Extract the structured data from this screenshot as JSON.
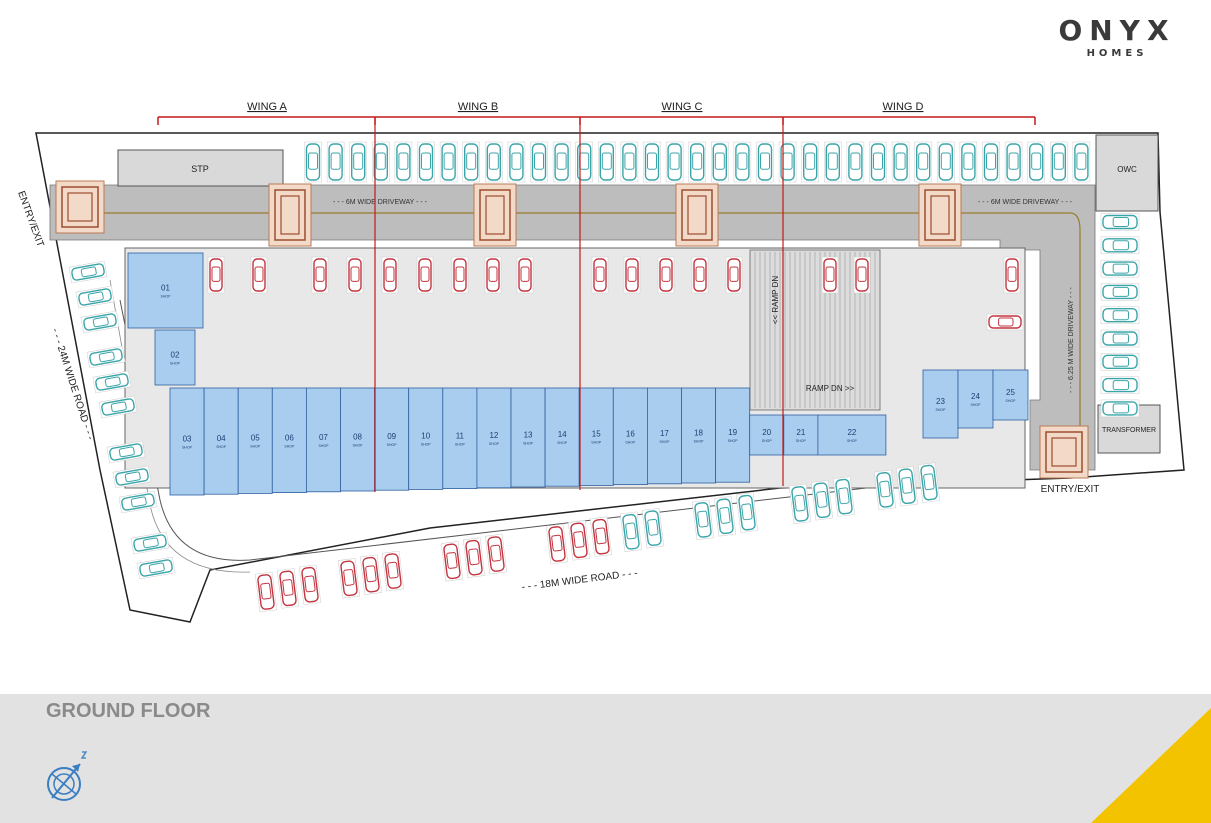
{
  "brand": {
    "name": "ONYX",
    "subtitle": "HOMES",
    "accent": "#f3c300"
  },
  "floor_title": "GROUND FLOOR",
  "wings": [
    "WING A",
    "WING B",
    "WING C",
    "WING D"
  ],
  "labels": {
    "stp": "STP",
    "owc": "OWC",
    "transformer": "TRANSFORMER",
    "driveway_left": "- - - 6M WIDE DRIVEWAY - - -",
    "driveway_right": "- - - 6M WIDE DRIVEWAY - - -",
    "driveway_side": "- - - 6.25 M WIDE DRIVEWAY - - -",
    "ramp_vertical": "<< RAMP DN",
    "ramp_horizontal": "RAMP DN >>",
    "entry_left": "ENTRY/EXIT",
    "entry_right": "ENTRY/EXIT",
    "road_left": "- - - 24M WIDE ROAD - - -",
    "road_bottom": "- - - 18M WIDE ROAD - - -"
  },
  "shops": [
    "01",
    "02",
    "03",
    "04",
    "05",
    "06",
    "07",
    "08",
    "09",
    "10",
    "11",
    "12",
    "13",
    "14",
    "15",
    "16",
    "17",
    "18",
    "19",
    "20",
    "21",
    "22",
    "23",
    "24",
    "25"
  ],
  "shop_word": "SHOP",
  "colors": {
    "shop_fill": "#a9cdef",
    "shop_stroke": "#2f5f9f",
    "driveway": "#bdbdbd",
    "car_teal": "#3aa5a8",
    "car_red": "#c2343f",
    "wing_line": "#c21a1a",
    "ramp_fill": "#dcdcdc"
  }
}
